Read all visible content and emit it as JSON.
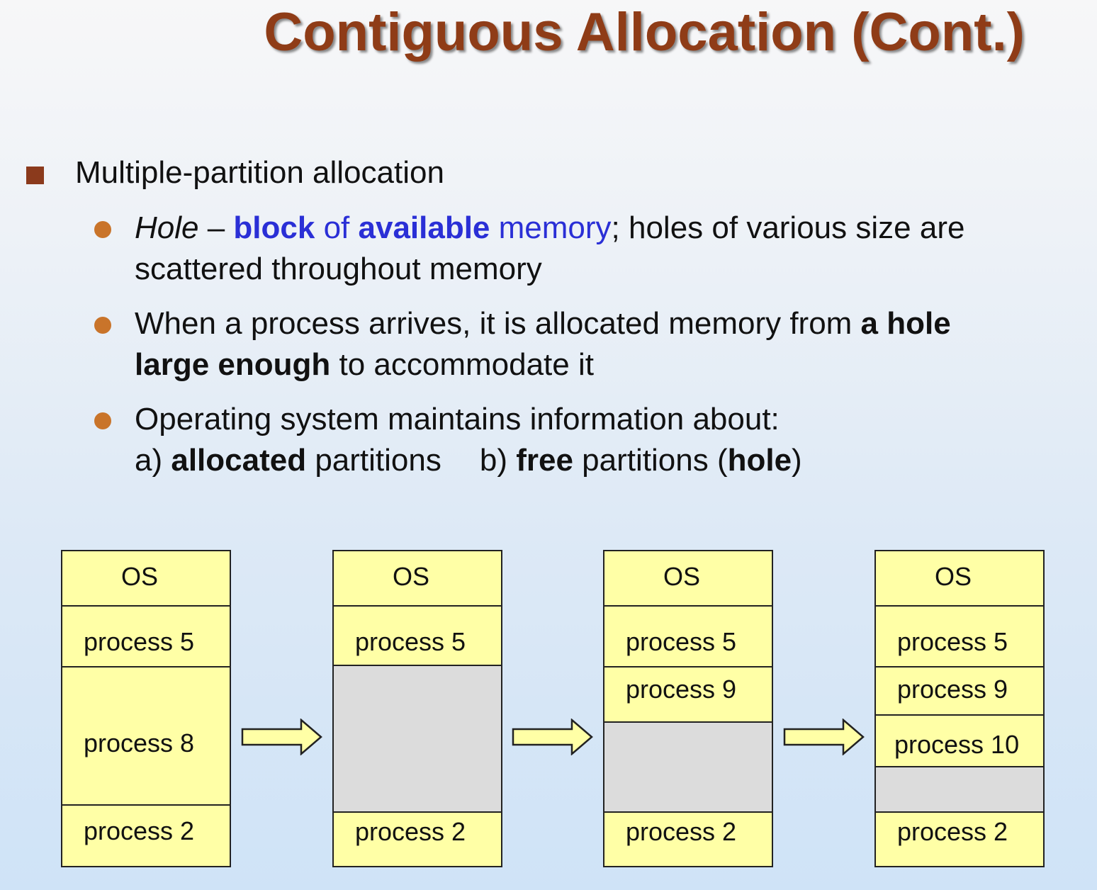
{
  "title": "Contiguous Allocation (Cont.)",
  "bullet_main": "Multiple-partition allocation",
  "sub1": {
    "hole": "Hole",
    "dash": " – ",
    "block": "block",
    "of": " of ",
    "available": "available",
    "memory": " memory",
    "rest": "; holes of various size are",
    "line2": "scattered throughout memory"
  },
  "sub2": {
    "pre": "When a process arrives, it is allocated memory from ",
    "bold1": "a hole",
    "bold2": "large enough",
    "post": " to accommodate it"
  },
  "sub3": {
    "line1": "Operating system maintains information about:",
    "a": "a) ",
    "allocated": "allocated",
    "partitions_a": " partitions",
    "b": "b) ",
    "free": "free",
    "partitions_b": " partitions (",
    "hole": "hole",
    "close": ")"
  },
  "diagram": {
    "columns": [
      {
        "segments": [
          {
            "label": "OS",
            "hole": false
          },
          {
            "label": "process 5",
            "hole": false
          },
          {
            "label": "process 8",
            "hole": false
          },
          {
            "label": "process 2",
            "hole": false
          }
        ]
      },
      {
        "segments": [
          {
            "label": "OS",
            "hole": false
          },
          {
            "label": "process 5",
            "hole": false
          },
          {
            "label": "",
            "hole": true
          },
          {
            "label": "process 2",
            "hole": false
          }
        ]
      },
      {
        "segments": [
          {
            "label": "OS",
            "hole": false
          },
          {
            "label": "process 5",
            "hole": false
          },
          {
            "label": "process 9",
            "hole": false
          },
          {
            "label": "",
            "hole": true
          },
          {
            "label": "process 2",
            "hole": false
          }
        ]
      },
      {
        "segments": [
          {
            "label": "OS",
            "hole": false
          },
          {
            "label": "process 5",
            "hole": false
          },
          {
            "label": "process 9",
            "hole": false
          },
          {
            "label": "process 10",
            "hole": false
          },
          {
            "label": "",
            "hole": true
          },
          {
            "label": "process 2",
            "hole": false
          }
        ]
      }
    ],
    "colors": {
      "memory": "#ffffa6",
      "hole": "#dcdcdc",
      "arrow_fill": "#ffffa6",
      "title": "#8f3c17",
      "highlight": "#2a2fd6"
    }
  }
}
